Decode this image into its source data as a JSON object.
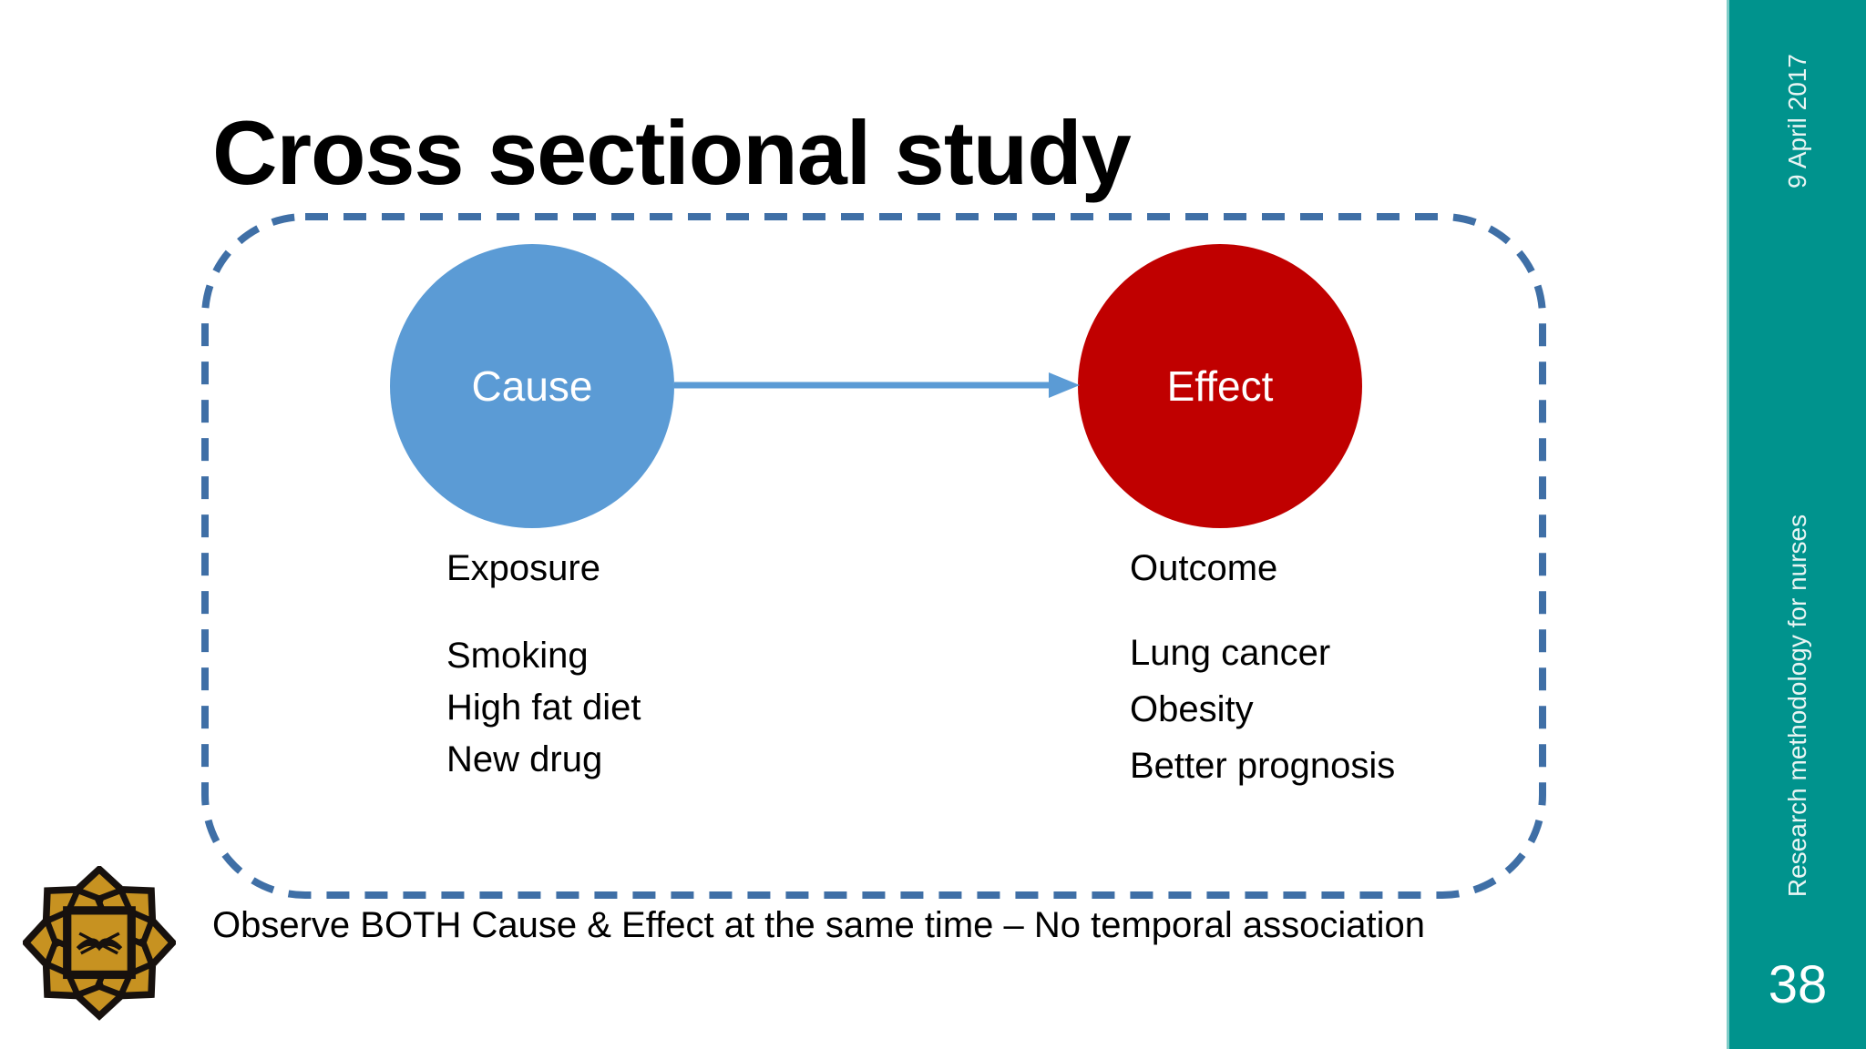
{
  "slide": {
    "title": "Cross sectional study",
    "caption": "Observe BOTH Cause & Effect at the same time – No temporal association"
  },
  "diagram": {
    "frame_border_color": "#3f6fa6",
    "arrow_color": "#5b9bd5",
    "cause": {
      "label": "Cause",
      "circle_color": "#5b9bd5",
      "heading": "Exposure",
      "items": [
        "Smoking",
        "High fat diet",
        "New drug"
      ]
    },
    "effect": {
      "label": "Effect",
      "circle_color": "#c00000",
      "heading": "Outcome",
      "items": [
        "Lung cancer",
        "Obesity",
        "Better prognosis"
      ]
    }
  },
  "sidebar": {
    "date": "9 April 2017",
    "course": "Research methodology for nurses",
    "page_number": "38",
    "background_color": "#00938d",
    "text_color": "#e9f5f4"
  },
  "logo_colors": {
    "gold": "#c79221",
    "outline": "#17110e"
  }
}
